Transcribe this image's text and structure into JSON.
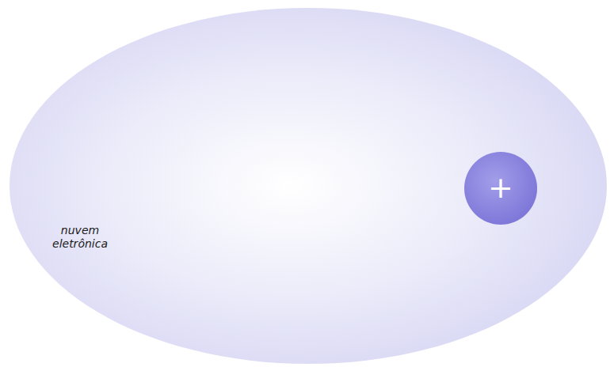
{
  "diagram": {
    "nodes": [
      {
        "text": [
          "nuvem eletrônica"
        ]
      },
      {
        "text": [
          "+"
        ],
        "in": 0
      }
    ]
  }
}
